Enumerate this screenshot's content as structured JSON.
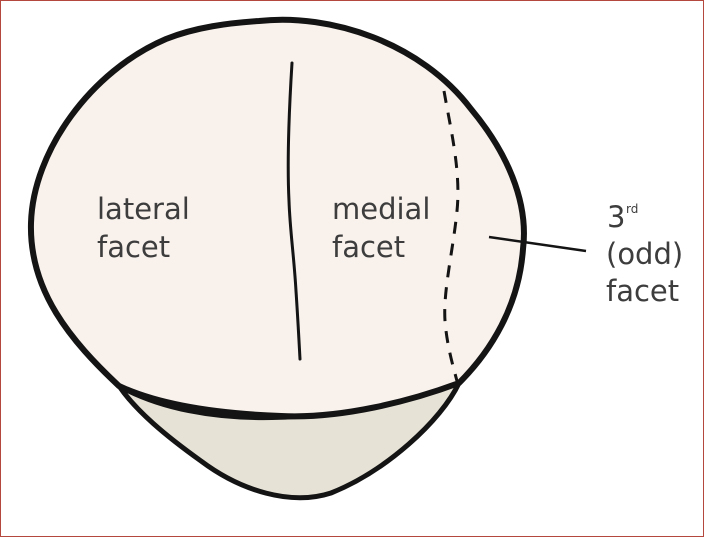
{
  "diagram": {
    "labels": {
      "lateral": [
        "lateral",
        "facet"
      ],
      "medial": [
        "medial",
        "facet"
      ],
      "odd": {
        "number": "3",
        "suffix": "rd",
        "line2": "(odd)",
        "line3": "facet"
      }
    },
    "colors": {
      "frame_border": "#b5483e",
      "facet_fill": "#f8f1ec",
      "lower_fill": "#e6e2d6",
      "outline": "#141414",
      "text": "#3d3d3d"
    }
  }
}
